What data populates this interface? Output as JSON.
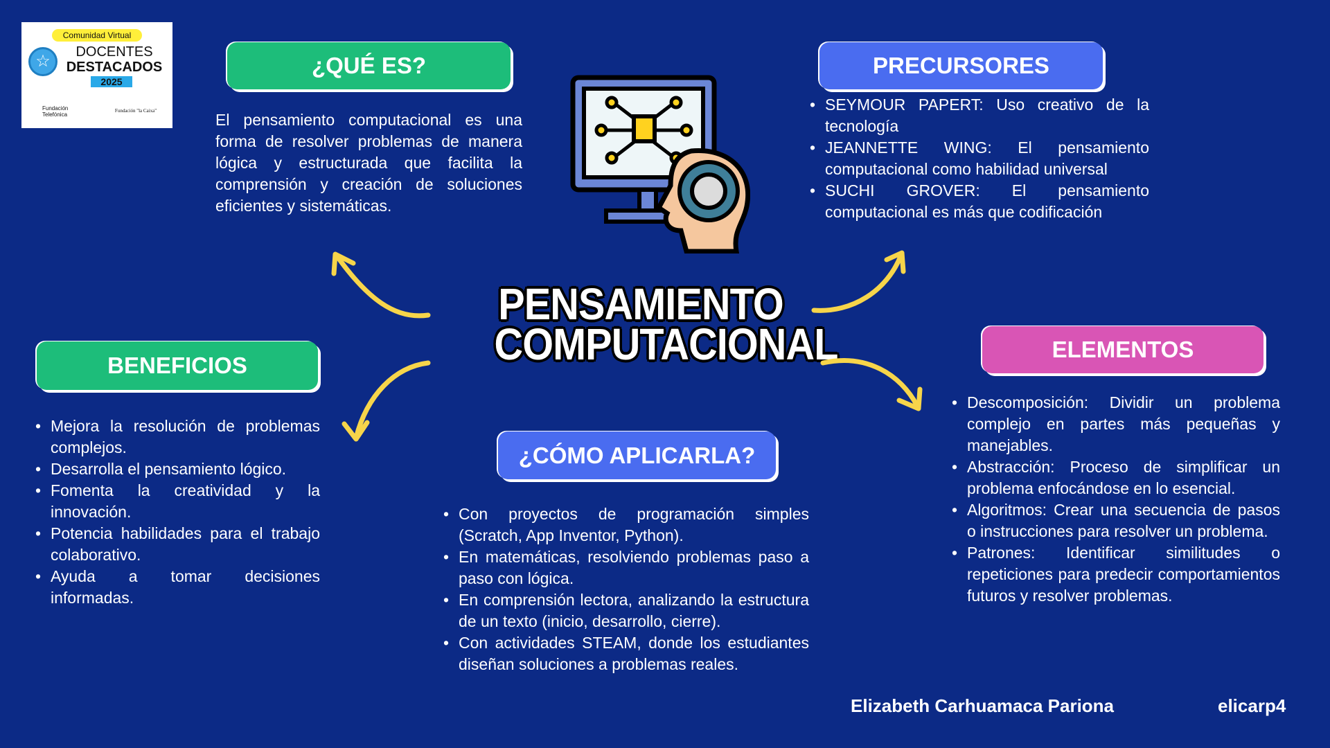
{
  "logo": {
    "tag": "Comunidad Virtual",
    "line1": "DOCENTES",
    "line2": "DESTACADOS",
    "year": "2025",
    "sponsor1": "Fundación Telefónica",
    "sponsor2": "Fundación \"la Caixa\""
  },
  "title": {
    "line1": "PENSAMIENTO",
    "line2": "COMPUTACIONAL"
  },
  "que_es": {
    "heading": "¿QUÉ ES?",
    "text": "El pensamiento computacional es una forma de resolver problemas de manera lógica y estructurada que facilita la comprensión y creación de soluciones eficientes y sistemáticas."
  },
  "precursores": {
    "heading": "PRECURSORES",
    "items": [
      "SEYMOUR PAPERT: Uso creativo de la tecnología",
      "JEANNETTE WING: El pensamiento computacional como habilidad universal",
      "SUCHI GROVER: El pensamiento computacional es más que codificación"
    ]
  },
  "beneficios": {
    "heading": "BENEFICIOS",
    "items": [
      "Mejora la resolución de problemas complejos.",
      "Desarrolla el pensamiento lógico.",
      "Fomenta la creatividad y la innovación.",
      "Potencia habilidades para el trabajo colaborativo.",
      "Ayuda a tomar decisiones informadas."
    ]
  },
  "elementos": {
    "heading": "ELEMENTOS",
    "items": [
      "Descomposición: Dividir un problema complejo en partes más pequeñas y manejables.",
      "Abstracción: Proceso de simplificar un problema enfocándose en lo esencial.",
      "Algoritmos: Crear una secuencia de pasos o instrucciones para resolver un problema.",
      "Patrones: Identificar similitudes o repeticiones para predecir comportamientos futuros y resolver problemas."
    ]
  },
  "como": {
    "heading": "¿CÓMO APLICARLA?",
    "items": [
      "Con proyectos de programación simples (Scratch, App Inventor, Python).",
      "En matemáticas, resolviendo problemas paso a paso con lógica.",
      "En comprensión lectora, analizando la estructura de un texto (inicio, desarrollo, cierre).",
      "Con actividades STEAM, donde los estudiantes diseñan soluciones a problemas reales."
    ]
  },
  "footer": {
    "author": "Elizabeth Carhuamaca Pariona",
    "handle": "elicarp4"
  },
  "colors": {
    "background": "#0c2a86",
    "green": "#1dbd7a",
    "blue": "#4a6cf0",
    "pink": "#d955b5",
    "arrow": "#f7d54a"
  }
}
